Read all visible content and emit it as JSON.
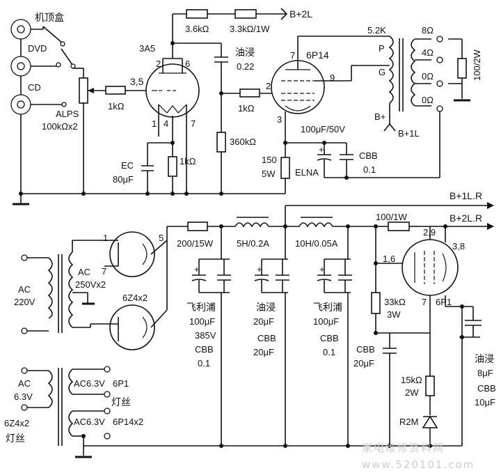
{
  "inputs": {
    "source1": "机顶盒",
    "source2": "DVD",
    "source3": "CD"
  },
  "input_stage": {
    "volume_pot": "ALPS",
    "volume_pot_value": "100kΩx2",
    "grid_resistor": "1kΩ",
    "tube": "3A5",
    "tube_pin_grid": "3,5",
    "pin_2": "2",
    "pin_6": "6",
    "pin_1": "1",
    "pin_4": "4",
    "pin_7": "7",
    "cathode_cap": "EC",
    "cathode_cap_value": "80μF",
    "cathode_resistor": "1kΩ",
    "plate_r1": "3.6kΩ",
    "plate_r2": "3.3kΩ/1W",
    "supply_label": "B+2L",
    "coupling_cap": "油浸",
    "coupling_cap_value": "0.22",
    "grid_leak": "360kΩ"
  },
  "output_stage": {
    "tube": "6P14",
    "pin_7": "7",
    "pin_9": "9",
    "pin_2": "2",
    "pin_3": "3",
    "grid_stopper": "1kΩ",
    "cathode_resistor": "150",
    "cathode_resistor_power": "5W",
    "bypass_electrolytic": "100μF/50V",
    "bypass_brand": "ELNA",
    "bypass_film": "CBB",
    "bypass_film_value": "0.1",
    "transformer_impedance": "5.2K",
    "tap_p": "P",
    "tap_g": "G",
    "tap_bplus": "B+",
    "supply_label": "B+1L",
    "taps": [
      "8Ω",
      "4Ω",
      "0Ω",
      "0Ω"
    ],
    "load_resistor": "100/2W"
  },
  "power_supply": {
    "mains": "AC",
    "mains_voltage": "220V",
    "hv_winding": "AC",
    "hv_winding_voltage": "250Vx2",
    "rectifier": "6Z4x2",
    "rect_pin_1": "1",
    "rect_pin_5": "5",
    "rect_pin_7": "7",
    "series_resistor": "200/15W",
    "choke1": "5H/0.2A",
    "choke2": "10H/0.05A",
    "out_lr1": "B+1L.R",
    "out_lr2": "B+2L.R",
    "dropper": "100/1W",
    "cap1": [
      "飞利浦",
      "100μF",
      "385V",
      "CBB",
      "0.1"
    ],
    "cap2": [
      "油浸",
      "20μF",
      "CBB",
      "20μF"
    ],
    "cap3": [
      "飞利浦",
      "100μF",
      "CBB",
      "0.1"
    ],
    "reg_tube": "6P1",
    "reg_pin_29": "2,9",
    "reg_pin_38": "3,8",
    "reg_pin_16": "1,6",
    "reg_pin_7": "7",
    "reg_resistor": "33kΩ",
    "reg_resistor_power": "3W",
    "reg_cap": "CBB",
    "reg_cap_value": "20μF",
    "ref_resistor": "15kΩ",
    "ref_resistor_power": "2W",
    "ref_diode": "R2M",
    "out_cap": [
      "油浸",
      "8μF",
      "CBB",
      "10μF"
    ]
  },
  "heaters": {
    "ac63": "AC",
    "ac63_voltage": "6.3V",
    "ac63_label1": "6Z4x2",
    "ac63_label2": "灯丝",
    "winding1": "AC6.3V",
    "winding1_tube": "6P1",
    "winding2": "AC6.3V",
    "winding2_tube": "6P14x2",
    "filament_label": "灯丝"
  },
  "watermark": {
    "text1": "家电维修资料网",
    "text2": "www.520101.com"
  }
}
